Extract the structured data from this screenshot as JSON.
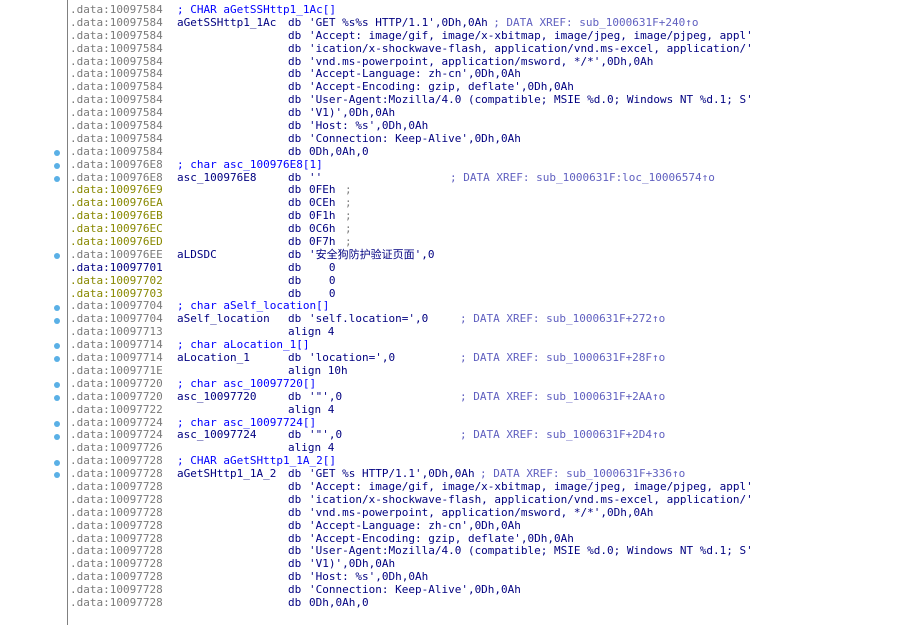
{
  "rows": [
    {
      "a": ".data:10097584",
      "t": "hdr",
      "c": "; CHAR aGetSSHttp1_1Ac[]"
    },
    {
      "a": ".data:10097584",
      "l": "aGetSSHttp1_1Ac",
      "m": "db",
      "o": "'GET %s%s HTTP/1.1',0Dh,0Ah",
      "x": "; DATA XREF: sub_1000631F+240↑o"
    },
    {
      "a": ".data:10097584",
      "m": "db",
      "o": "'Accept: image/gif, image/x-xbitmap, image/jpeg, image/pjpeg, appl'"
    },
    {
      "a": ".data:10097584",
      "m": "db",
      "o": "'ication/x-shockwave-flash, application/vnd.ms-excel, application/'"
    },
    {
      "a": ".data:10097584",
      "m": "db",
      "o": "'vnd.ms-powerpoint, application/msword, */*',0Dh,0Ah"
    },
    {
      "a": ".data:10097584",
      "m": "db",
      "o": "'Accept-Language: zh-cn',0Dh,0Ah"
    },
    {
      "a": ".data:10097584",
      "m": "db",
      "o": "'Accept-Encoding: gzip, deflate',0Dh,0Ah"
    },
    {
      "a": ".data:10097584",
      "m": "db",
      "o": "'User-Agent:Mozilla/4.0 (compatible; MSIE %d.0; Windows NT %d.1; S'"
    },
    {
      "a": ".data:10097584",
      "m": "db",
      "o": "'V1)',0Dh,0Ah"
    },
    {
      "a": ".data:10097584",
      "m": "db",
      "o": "'Host: %s',0Dh,0Ah"
    },
    {
      "a": ".data:10097584",
      "m": "db",
      "o": "'Connection: Keep-Alive',0Dh,0Ah"
    },
    {
      "a": ".data:10097584",
      "m": "db",
      "o": "0Dh,0Ah,0"
    },
    {
      "a": ".data:100976E8",
      "t": "hdr",
      "c": "; char asc_100976E8[1]"
    },
    {
      "a": ".data:100976E8",
      "l": "asc_100976E8",
      "m": "db",
      "o": "''",
      "x": "; DATA XREF: sub_1000631F:loc_10006574↑o",
      "xoff": 380
    },
    {
      "a": ".data:100976E9",
      "ah": "hl",
      "m": "db",
      "o": "0FEh",
      "k": ";"
    },
    {
      "a": ".data:100976EA",
      "ah": "hl",
      "m": "db",
      "o": "0CEh",
      "k": ";"
    },
    {
      "a": ".data:100976EB",
      "ah": "hl",
      "m": "db",
      "o": "0F1h",
      "k": ";"
    },
    {
      "a": ".data:100976EC",
      "ah": "hl",
      "m": "db",
      "o": "0C6h",
      "k": ";"
    },
    {
      "a": ".data:100976ED",
      "ah": "hl",
      "m": "db",
      "o": "0F7h",
      "k": ";"
    },
    {
      "a": ".data:100976EE",
      "l": "aLDSDC",
      "m": "db",
      "o": "'安全狗防护验证页面',0"
    },
    {
      "a": ".data:10097701",
      "ah": "blue",
      "m": "db",
      "o": "   0"
    },
    {
      "a": ".data:10097702",
      "ah": "hl",
      "m": "db",
      "o": "   0"
    },
    {
      "a": ".data:10097703",
      "ah": "hl",
      "m": "db",
      "o": "   0"
    },
    {
      "a": ".data:10097704",
      "t": "hdr",
      "c": "; char aSelf_location[]"
    },
    {
      "a": ".data:10097704",
      "l": "aSelf_location",
      "m": "db",
      "o": "'self.location=',0",
      "x": "; DATA XREF: sub_1000631F+272↑o",
      "xoff": 390
    },
    {
      "a": ".data:10097713",
      "al": "align 4"
    },
    {
      "a": ".data:10097714",
      "t": "hdr",
      "c": "; char aLocation_1[]"
    },
    {
      "a": ".data:10097714",
      "l": "aLocation_1",
      "m": "db",
      "o": "'location=',0",
      "x": "; DATA XREF: sub_1000631F+28F↑o",
      "xoff": 390
    },
    {
      "a": ".data:1009771E",
      "al": "align 10h"
    },
    {
      "a": ".data:10097720",
      "t": "hdr",
      "c": "; char asc_10097720[]"
    },
    {
      "a": ".data:10097720",
      "l": "asc_10097720",
      "m": "db",
      "o": "'\"',0",
      "x": "; DATA XREF: sub_1000631F+2AA↑o",
      "xoff": 390
    },
    {
      "a": ".data:10097722",
      "al": "align 4"
    },
    {
      "a": ".data:10097724",
      "t": "hdr",
      "c": "; char asc_10097724[]"
    },
    {
      "a": ".data:10097724",
      "l": "asc_10097724",
      "m": "db",
      "o": "'\"',0",
      "x": "; DATA XREF: sub_1000631F+2D4↑o",
      "xoff": 390
    },
    {
      "a": ".data:10097726",
      "al": "align 4"
    },
    {
      "a": ".data:10097728",
      "t": "hdr",
      "c": "; CHAR aGetSHttp1_1A_2[]"
    },
    {
      "a": ".data:10097728",
      "l": "aGetSHttp1_1A_2",
      "m": "db",
      "o": "'GET %s HTTP/1.1',0Dh,0Ah",
      "x": "; DATA XREF: sub_1000631F+336↑o"
    },
    {
      "a": ".data:10097728",
      "m": "db",
      "o": "'Accept: image/gif, image/x-xbitmap, image/jpeg, image/pjpeg, appl'"
    },
    {
      "a": ".data:10097728",
      "m": "db",
      "o": "'ication/x-shockwave-flash, application/vnd.ms-excel, application/'"
    },
    {
      "a": ".data:10097728",
      "m": "db",
      "o": "'vnd.ms-powerpoint, application/msword, */*',0Dh,0Ah"
    },
    {
      "a": ".data:10097728",
      "m": "db",
      "o": "'Accept-Language: zh-cn',0Dh,0Ah"
    },
    {
      "a": ".data:10097728",
      "m": "db",
      "o": "'Accept-Encoding: gzip, deflate',0Dh,0Ah"
    },
    {
      "a": ".data:10097728",
      "m": "db",
      "o": "'User-Agent:Mozilla/4.0 (compatible; MSIE %d.0; Windows NT %d.1; S'"
    },
    {
      "a": ".data:10097728",
      "m": "db",
      "o": "'V1)',0Dh,0Ah"
    },
    {
      "a": ".data:10097728",
      "m": "db",
      "o": "'Host: %s',0Dh,0Ah"
    },
    {
      "a": ".data:10097728",
      "m": "db",
      "o": "'Connection: Keep-Alive',0Dh,0Ah"
    },
    {
      "a": ".data:10097728",
      "m": "db",
      "o": "0Dh,0Ah,0"
    }
  ],
  "dots_at_rows": [
    11,
    12,
    13,
    19,
    23,
    24,
    26,
    27,
    29,
    30,
    32,
    33,
    35,
    36
  ]
}
